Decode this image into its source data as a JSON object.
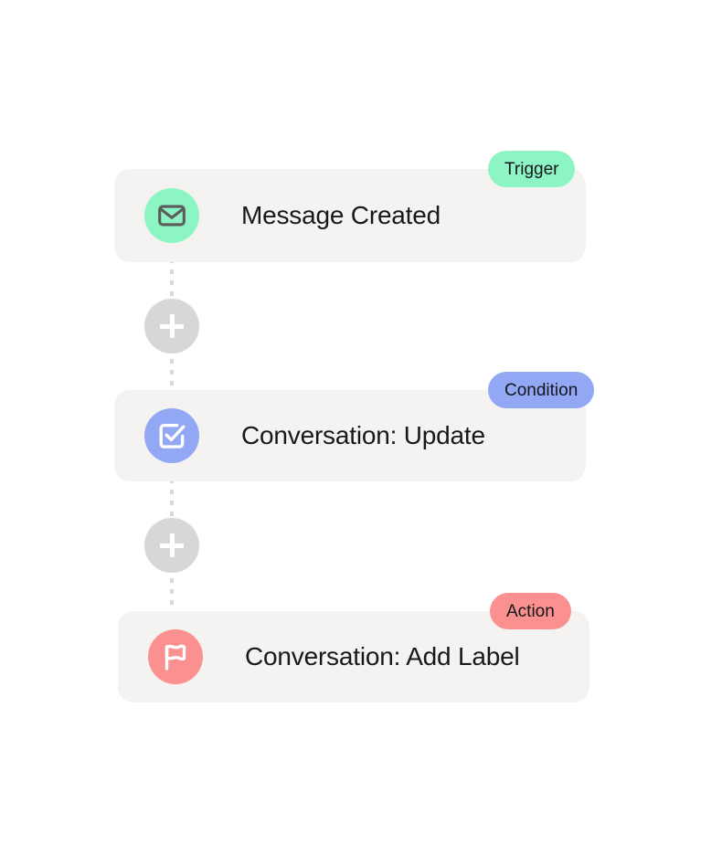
{
  "canvas": {
    "background": "#ffffff"
  },
  "workflow": {
    "nodes": [
      {
        "id": "trigger",
        "title": "Message Created",
        "badge_label": "Trigger",
        "badge_color": "#8df5c4",
        "icon": "envelope-icon",
        "icon_bg": "#8df5c4",
        "icon_fg": "#5c5c5c",
        "card_bg": "#f4f3f2"
      },
      {
        "id": "condition",
        "title": "Conversation: Update",
        "badge_label": "Condition",
        "badge_color": "#93a8f4",
        "icon": "checkbox-icon",
        "icon_bg": "#93a8f4",
        "icon_fg": "#ffffff",
        "card_bg": "#f4f3f2"
      },
      {
        "id": "action",
        "title": "Conversation: Add Label",
        "badge_label": "Action",
        "badge_color": "#fa9090",
        "icon": "flag-icon",
        "icon_bg": "#fa9090",
        "icon_fg": "#ffffff",
        "card_bg": "#f4f3f2"
      }
    ],
    "connectors": [
      {
        "id": "add-1",
        "icon": "plus-icon",
        "label": "+",
        "color": "#d7d7d7"
      },
      {
        "id": "add-2",
        "icon": "plus-icon",
        "label": "+",
        "color": "#d7d7d7"
      }
    ],
    "line_color": "#d9d9d9"
  }
}
